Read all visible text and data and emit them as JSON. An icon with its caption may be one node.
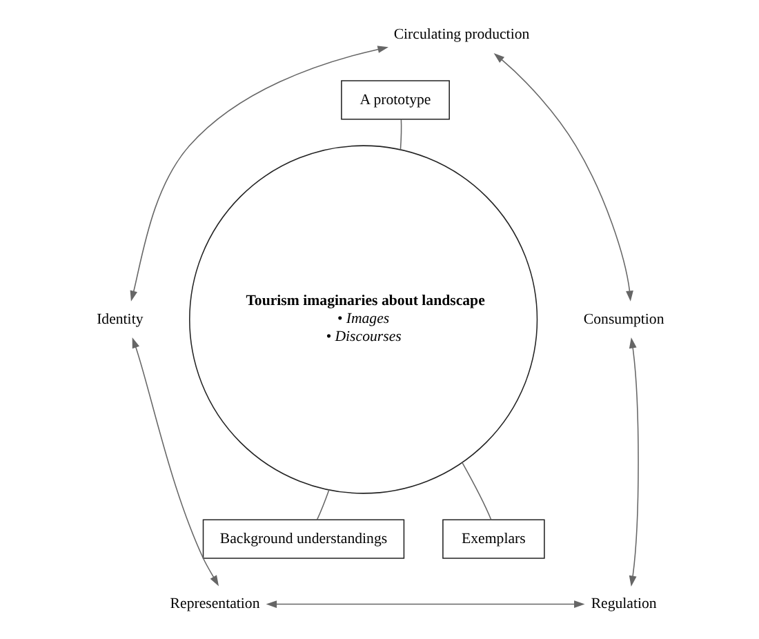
{
  "diagram": {
    "nodes": [
      {
        "text": [
          "Circulating production"
        ]
      },
      {
        "text": [
          "A prototype"
        ]
      },
      {
        "text": [
          "Identity"
        ]
      },
      {
        "text": [
          "Tourism imaginaries about landscape",
          "• Images",
          "• Discourses"
        ]
      },
      {
        "text": [
          "Consumption"
        ]
      },
      {
        "text": [
          "Background understandings"
        ]
      },
      {
        "text": [
          "Exemplars"
        ]
      },
      {
        "text": [
          "Representation"
        ]
      },
      {
        "text": [
          "Regulation"
        ]
      }
    ],
    "edges": [
      {
        "from": 0,
        "to": 4,
        "arrow": "both"
      },
      {
        "from": 4,
        "to": 8,
        "arrow": "both"
      },
      {
        "from": 8,
        "to": 7,
        "arrow": "both"
      },
      {
        "from": 7,
        "to": 2,
        "arrow": "both"
      },
      {
        "from": 2,
        "to": 0,
        "arrow": "both"
      },
      {
        "from": 3,
        "to": 1,
        "arrow": "none"
      },
      {
        "from": 3,
        "to": 5,
        "arrow": "none"
      },
      {
        "from": 3,
        "to": 6,
        "arrow": "none"
      }
    ]
  }
}
